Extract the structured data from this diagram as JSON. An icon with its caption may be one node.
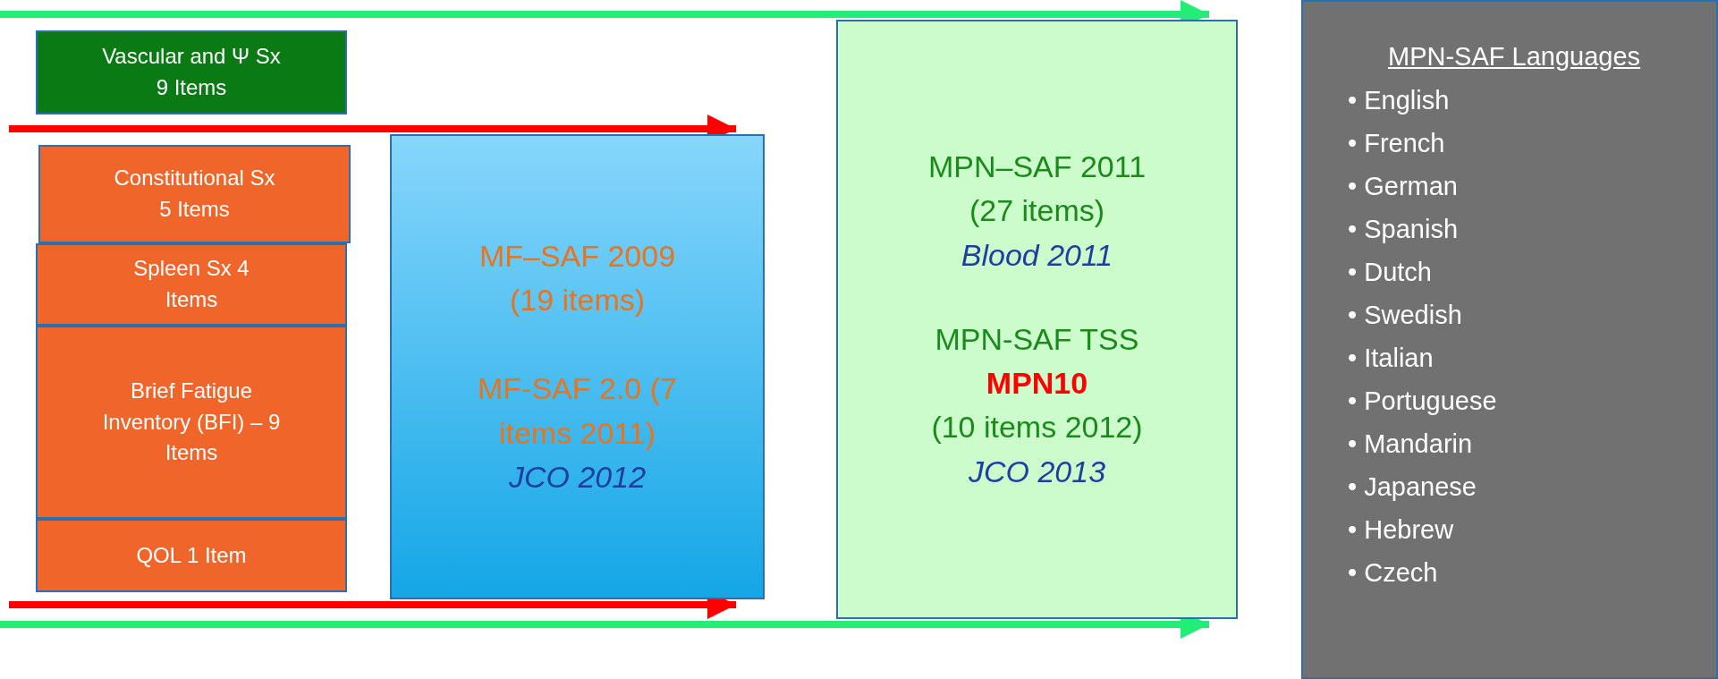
{
  "diagram": {
    "nodes": [
      {
        "text": [
          "Vascular and Ψ Sx 9 Items"
        ]
      },
      {
        "text": [
          "Constitutional Sx 5 Items"
        ]
      },
      {
        "text": [
          "Spleen Sx 4 Items"
        ]
      },
      {
        "text": [
          "Brief Fatigue Inventory (BFI) – 9 Items"
        ]
      },
      {
        "text": [
          "QOL 1 Item"
        ]
      },
      {
        "text": [
          "MF–SAF 2009 (19 items)",
          "MF-SAF 2.0 (7 items 2011)",
          "JCO 2012"
        ]
      },
      {
        "text": [
          "MPN–SAF 2011 (27 items)",
          "Blood 2011",
          "MPN-SAF TSS",
          "MPN10",
          "(10 items 2012)",
          "JCO 2013"
        ]
      },
      {
        "text": [
          "MPN-SAF Languages",
          "• English",
          "• French",
          "• German",
          "• Spanish",
          "• Dutch",
          "• Swedish",
          "• Italian",
          "• Portuguese",
          "• Mandarin",
          "• Japanese",
          "• Hebrew",
          "• Czech"
        ]
      }
    ],
    "edges": [
      {
        "from": null,
        "to": 6,
        "arrow": "to",
        "color": "#22ee77"
      },
      {
        "from": null,
        "to": 5,
        "arrow": "to",
        "color": "#ff0000"
      },
      {
        "from": null,
        "to": 5,
        "arrow": "to",
        "color": "#ff0000"
      },
      {
        "from": null,
        "to": 6,
        "arrow": "to",
        "color": "#22ee77"
      }
    ]
  }
}
